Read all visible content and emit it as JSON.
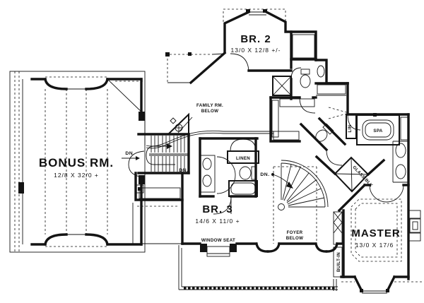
{
  "rooms": {
    "bonus": {
      "name": "BONUS RM.",
      "dims": "12/8 X 32/0 +"
    },
    "br2": {
      "name": "BR. 2",
      "dims": "13/0 X 12/8 +/-"
    },
    "br3": {
      "name": "BR. 3",
      "dims": "14/6 X 11/0 +"
    },
    "master": {
      "name": "MASTER",
      "dims": "13/0 X 17/6"
    },
    "family_below": {
      "line1": "FAMILY RM.",
      "line2": "BELOW"
    },
    "foyer_below": {
      "line1": "FOYER",
      "line2": "BELOW"
    }
  },
  "features": {
    "linen": "LINEN",
    "lin": "LIN",
    "spa": "SPA",
    "glass_block": "GLASS BLK",
    "window_seat": "WINDOW SEAT",
    "built_in": "BUILT-IN",
    "down": "DN."
  },
  "colors": {
    "ink": "#141414",
    "paper": "#ffffff"
  }
}
